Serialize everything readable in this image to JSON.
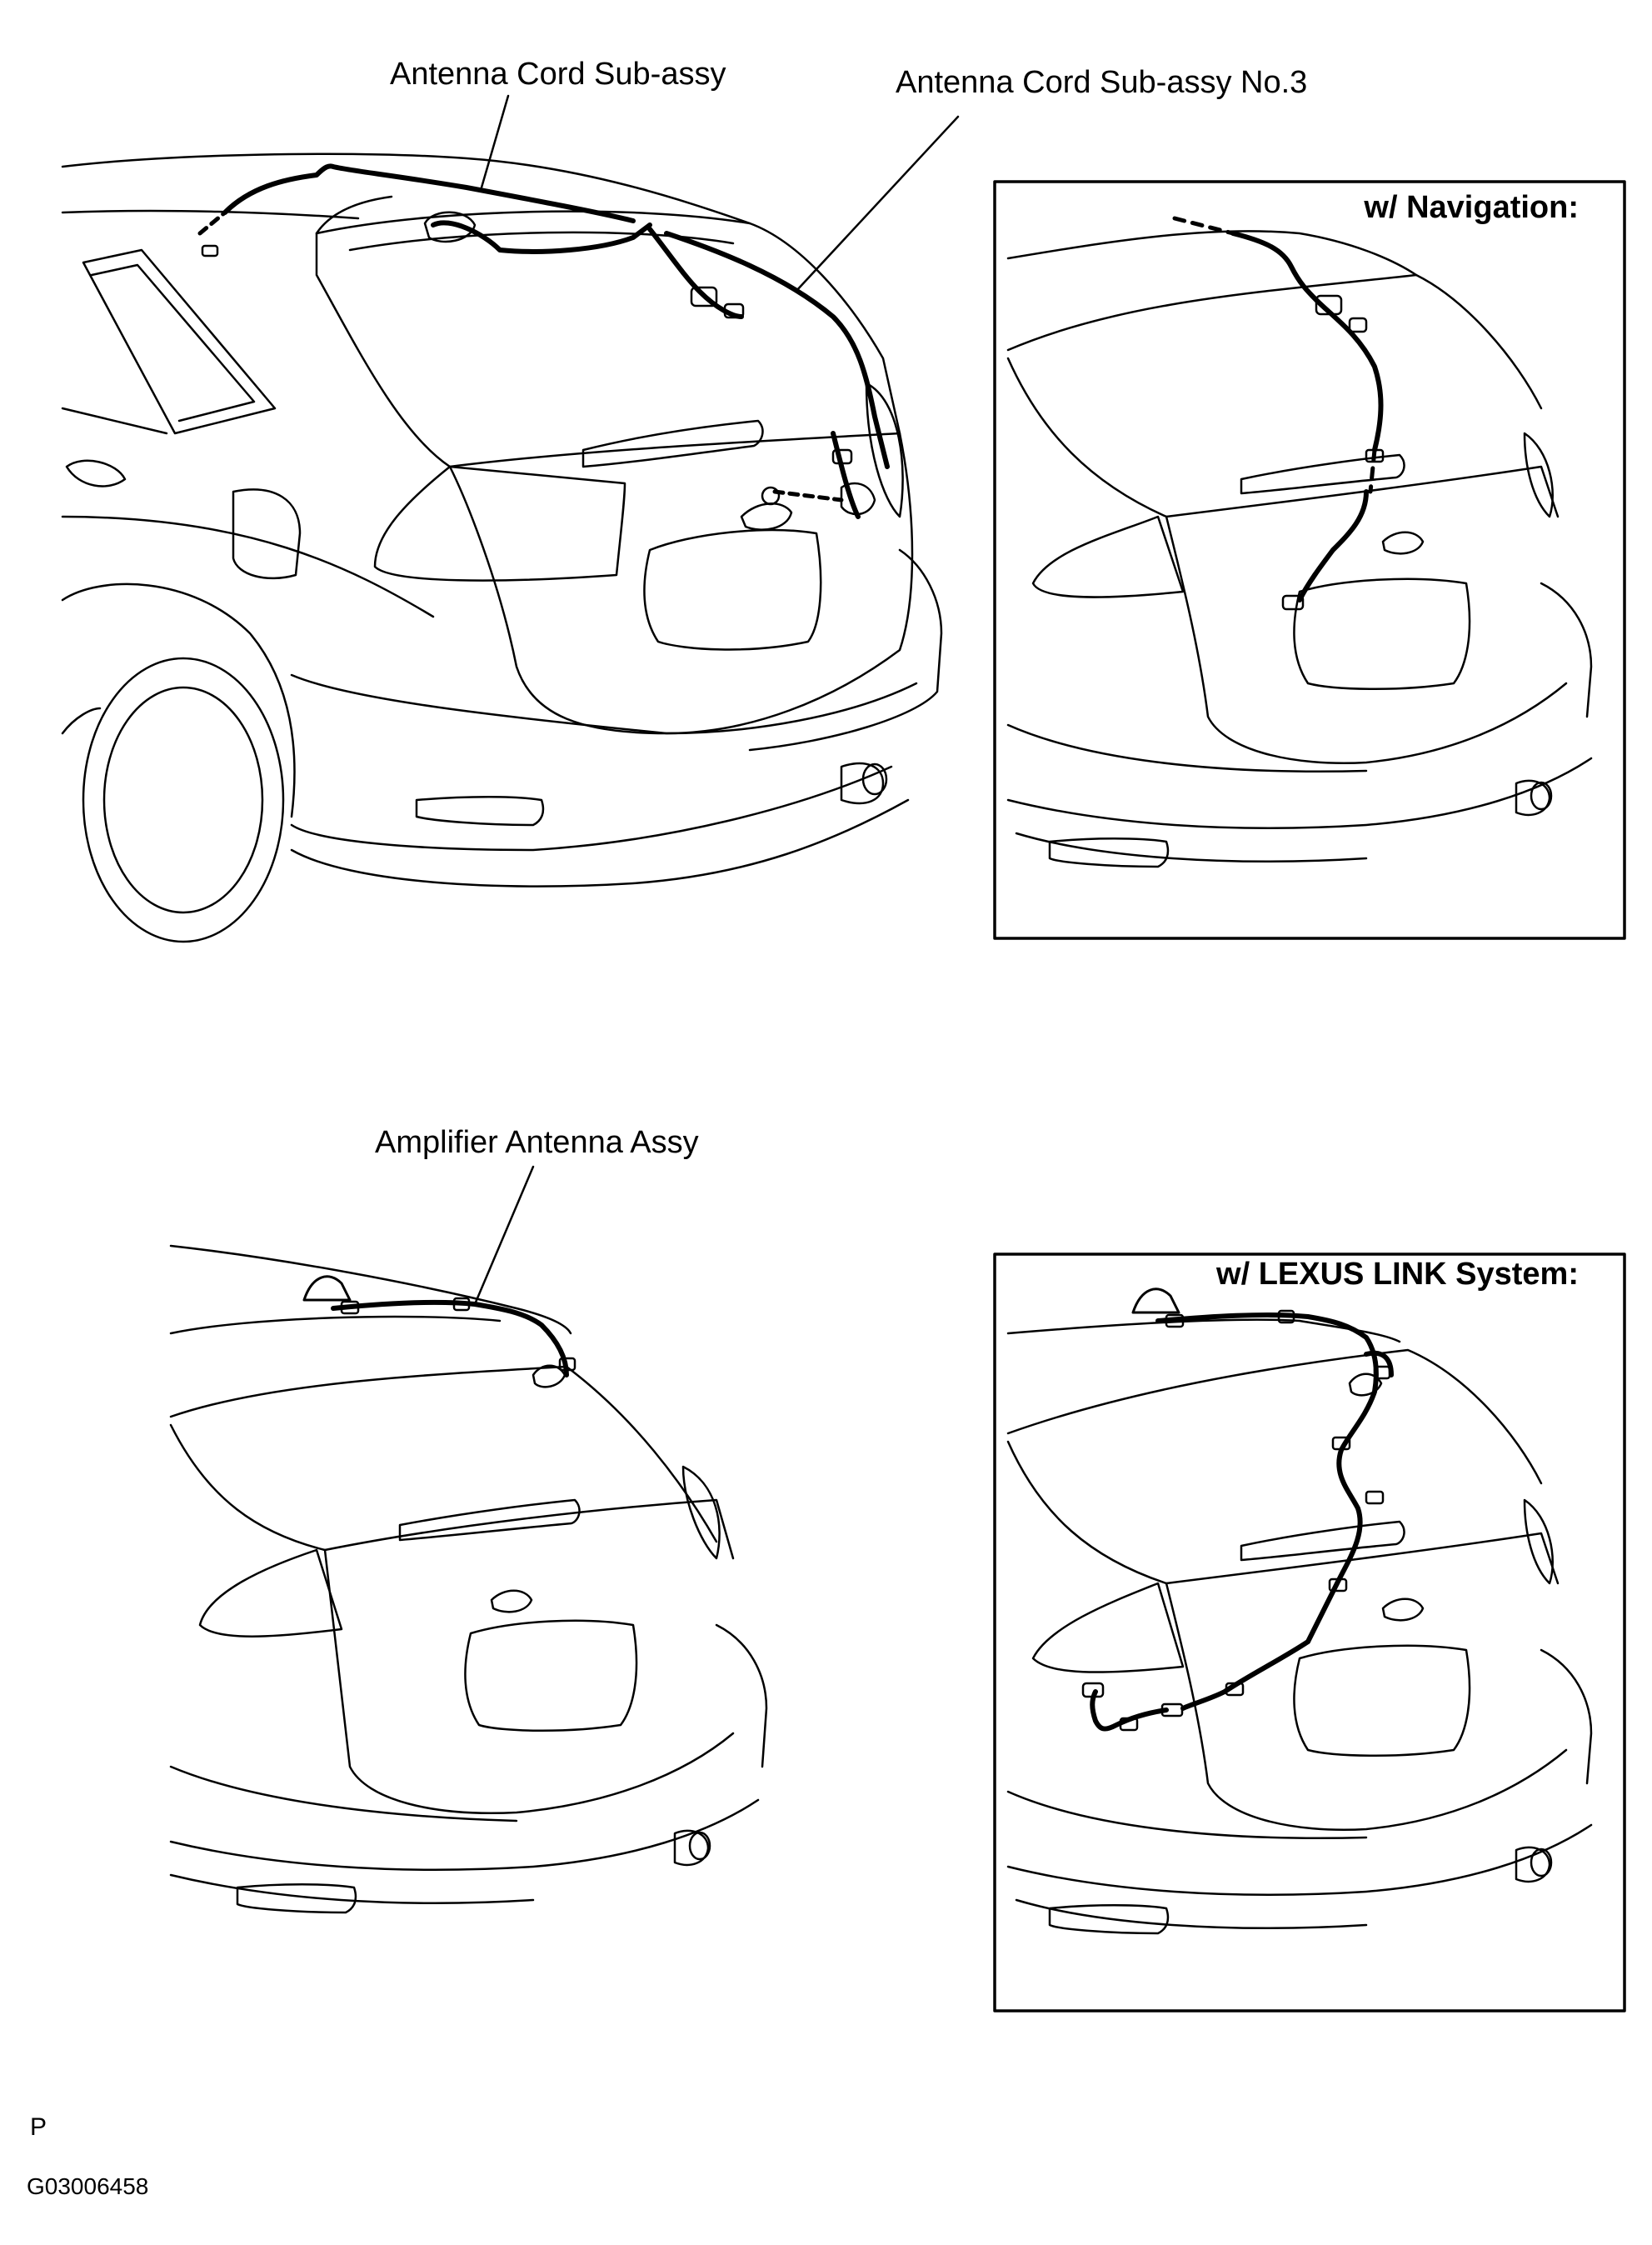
{
  "callouts": {
    "antenna_cord": "Antenna Cord Sub-assy",
    "antenna_cord_no3": "Antenna Cord Sub-assy No.3",
    "amplifier": "Amplifier Antenna Assy"
  },
  "boxes": {
    "navigation_title": "w/ Navigation:",
    "lexus_link_title": "w/ LEXUS LINK System:"
  },
  "footer": {
    "page_letter": "P",
    "figure_code": "G03006458"
  }
}
